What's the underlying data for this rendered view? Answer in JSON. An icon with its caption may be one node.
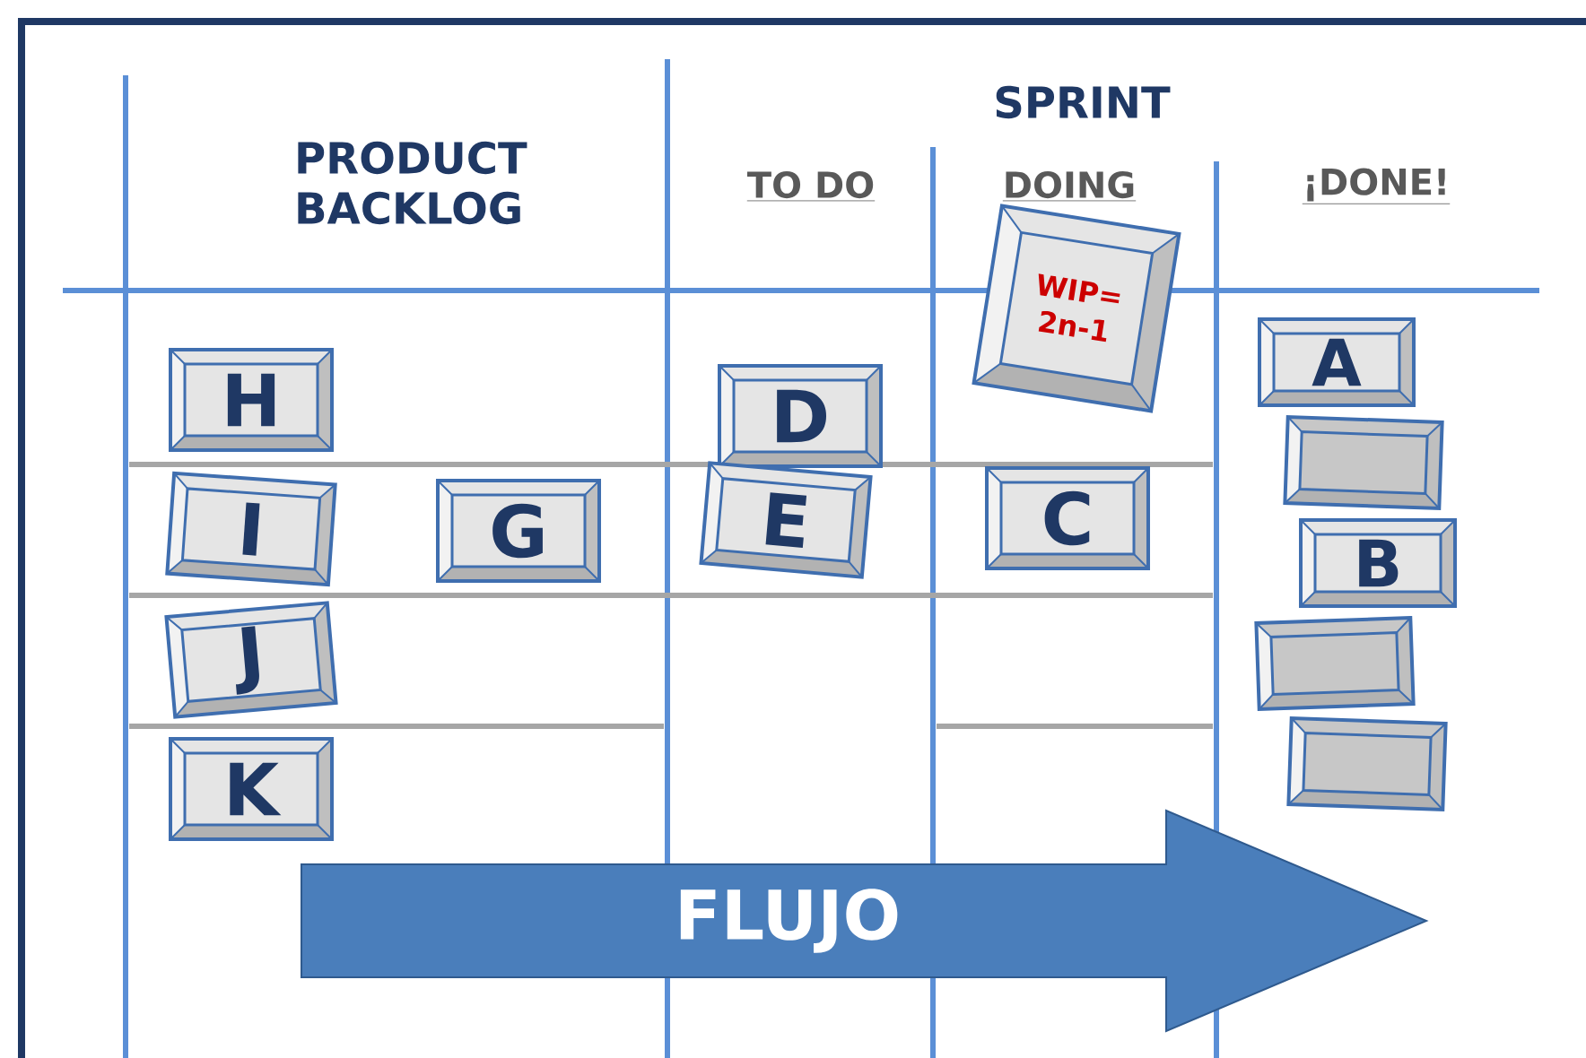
{
  "diagram": {
    "nodes": [
      {
        "text": [
          "H"
        ]
      },
      {
        "text": [
          "I"
        ]
      },
      {
        "text": [
          "G"
        ]
      },
      {
        "text": [
          "J"
        ]
      },
      {
        "text": [
          "K"
        ]
      },
      {
        "text": [
          "D"
        ]
      },
      {
        "text": [
          "E"
        ]
      },
      {
        "text": [
          "WIP= 2n-1"
        ]
      },
      {
        "text": [
          "C"
        ]
      },
      {
        "text": [
          "A"
        ]
      },
      {
        "text": [],
        "shape": "box"
      },
      {
        "text": [
          "B"
        ]
      },
      {
        "text": [],
        "shape": "box"
      },
      {
        "text": [],
        "shape": "box"
      },
      {
        "text": [
          "FLUJO"
        ]
      }
    ],
    "labels": [
      "PRODUCT BACKLOG",
      "SPRINT",
      "TO DO",
      "DOING",
      "¡DONE!"
    ]
  }
}
